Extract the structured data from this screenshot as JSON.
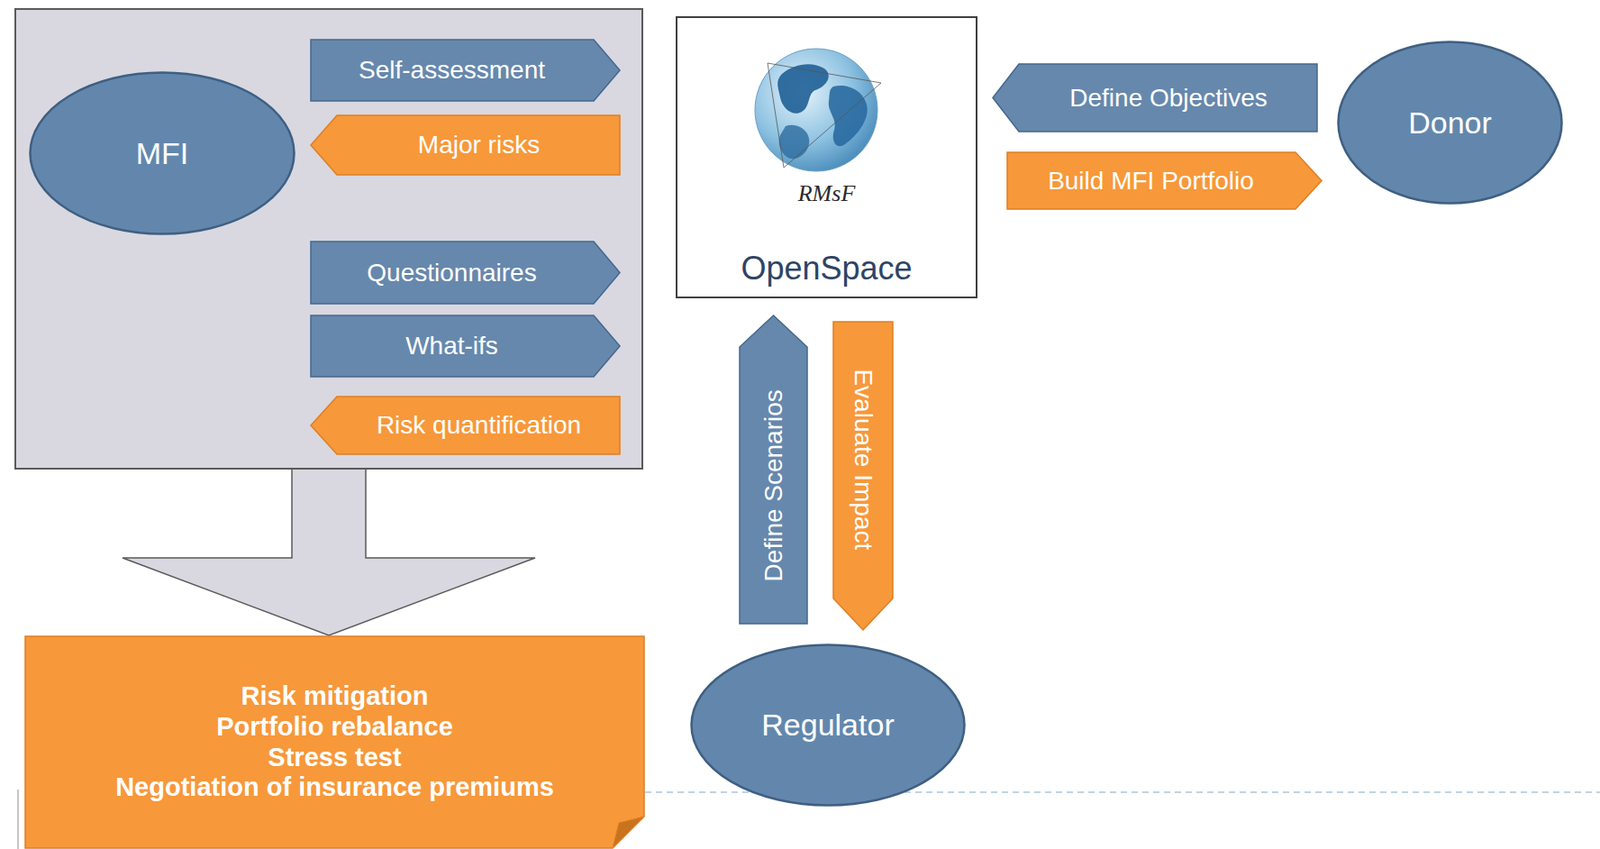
{
  "diagram": {
    "nodes": [
      {
        "text": []
      },
      {
        "text": [
          "MFI"
        ],
        "in": 0
      },
      {
        "text": [
          "Self-assessment"
        ],
        "in": 0
      },
      {
        "text": [
          "Major risks"
        ],
        "in": 0
      },
      {
        "text": [
          "Questionnaires"
        ],
        "in": 0
      },
      {
        "text": [
          "What-ifs"
        ],
        "in": 0
      },
      {
        "text": [
          "Risk quantification"
        ],
        "in": 0
      },
      {
        "text": [
          "RMsF",
          "OpenSpace"
        ]
      },
      {
        "text": [
          "Define Objectives"
        ]
      },
      {
        "text": [
          "Donor"
        ]
      },
      {
        "text": [
          "Build MFI Portfolio"
        ]
      },
      {
        "text": [
          "Define Scenarios"
        ]
      },
      {
        "text": [
          "Evaluate Impact"
        ]
      },
      {
        "text": [
          "Risk mitigation",
          "Portfolio rebalance",
          "Stress test",
          "Negotiation of insurance premiums"
        ]
      },
      {
        "text": [
          "Regulator"
        ]
      }
    ],
    "edges": [
      {
        "from": 0,
        "to": 13,
        "arrow": "to"
      }
    ]
  }
}
